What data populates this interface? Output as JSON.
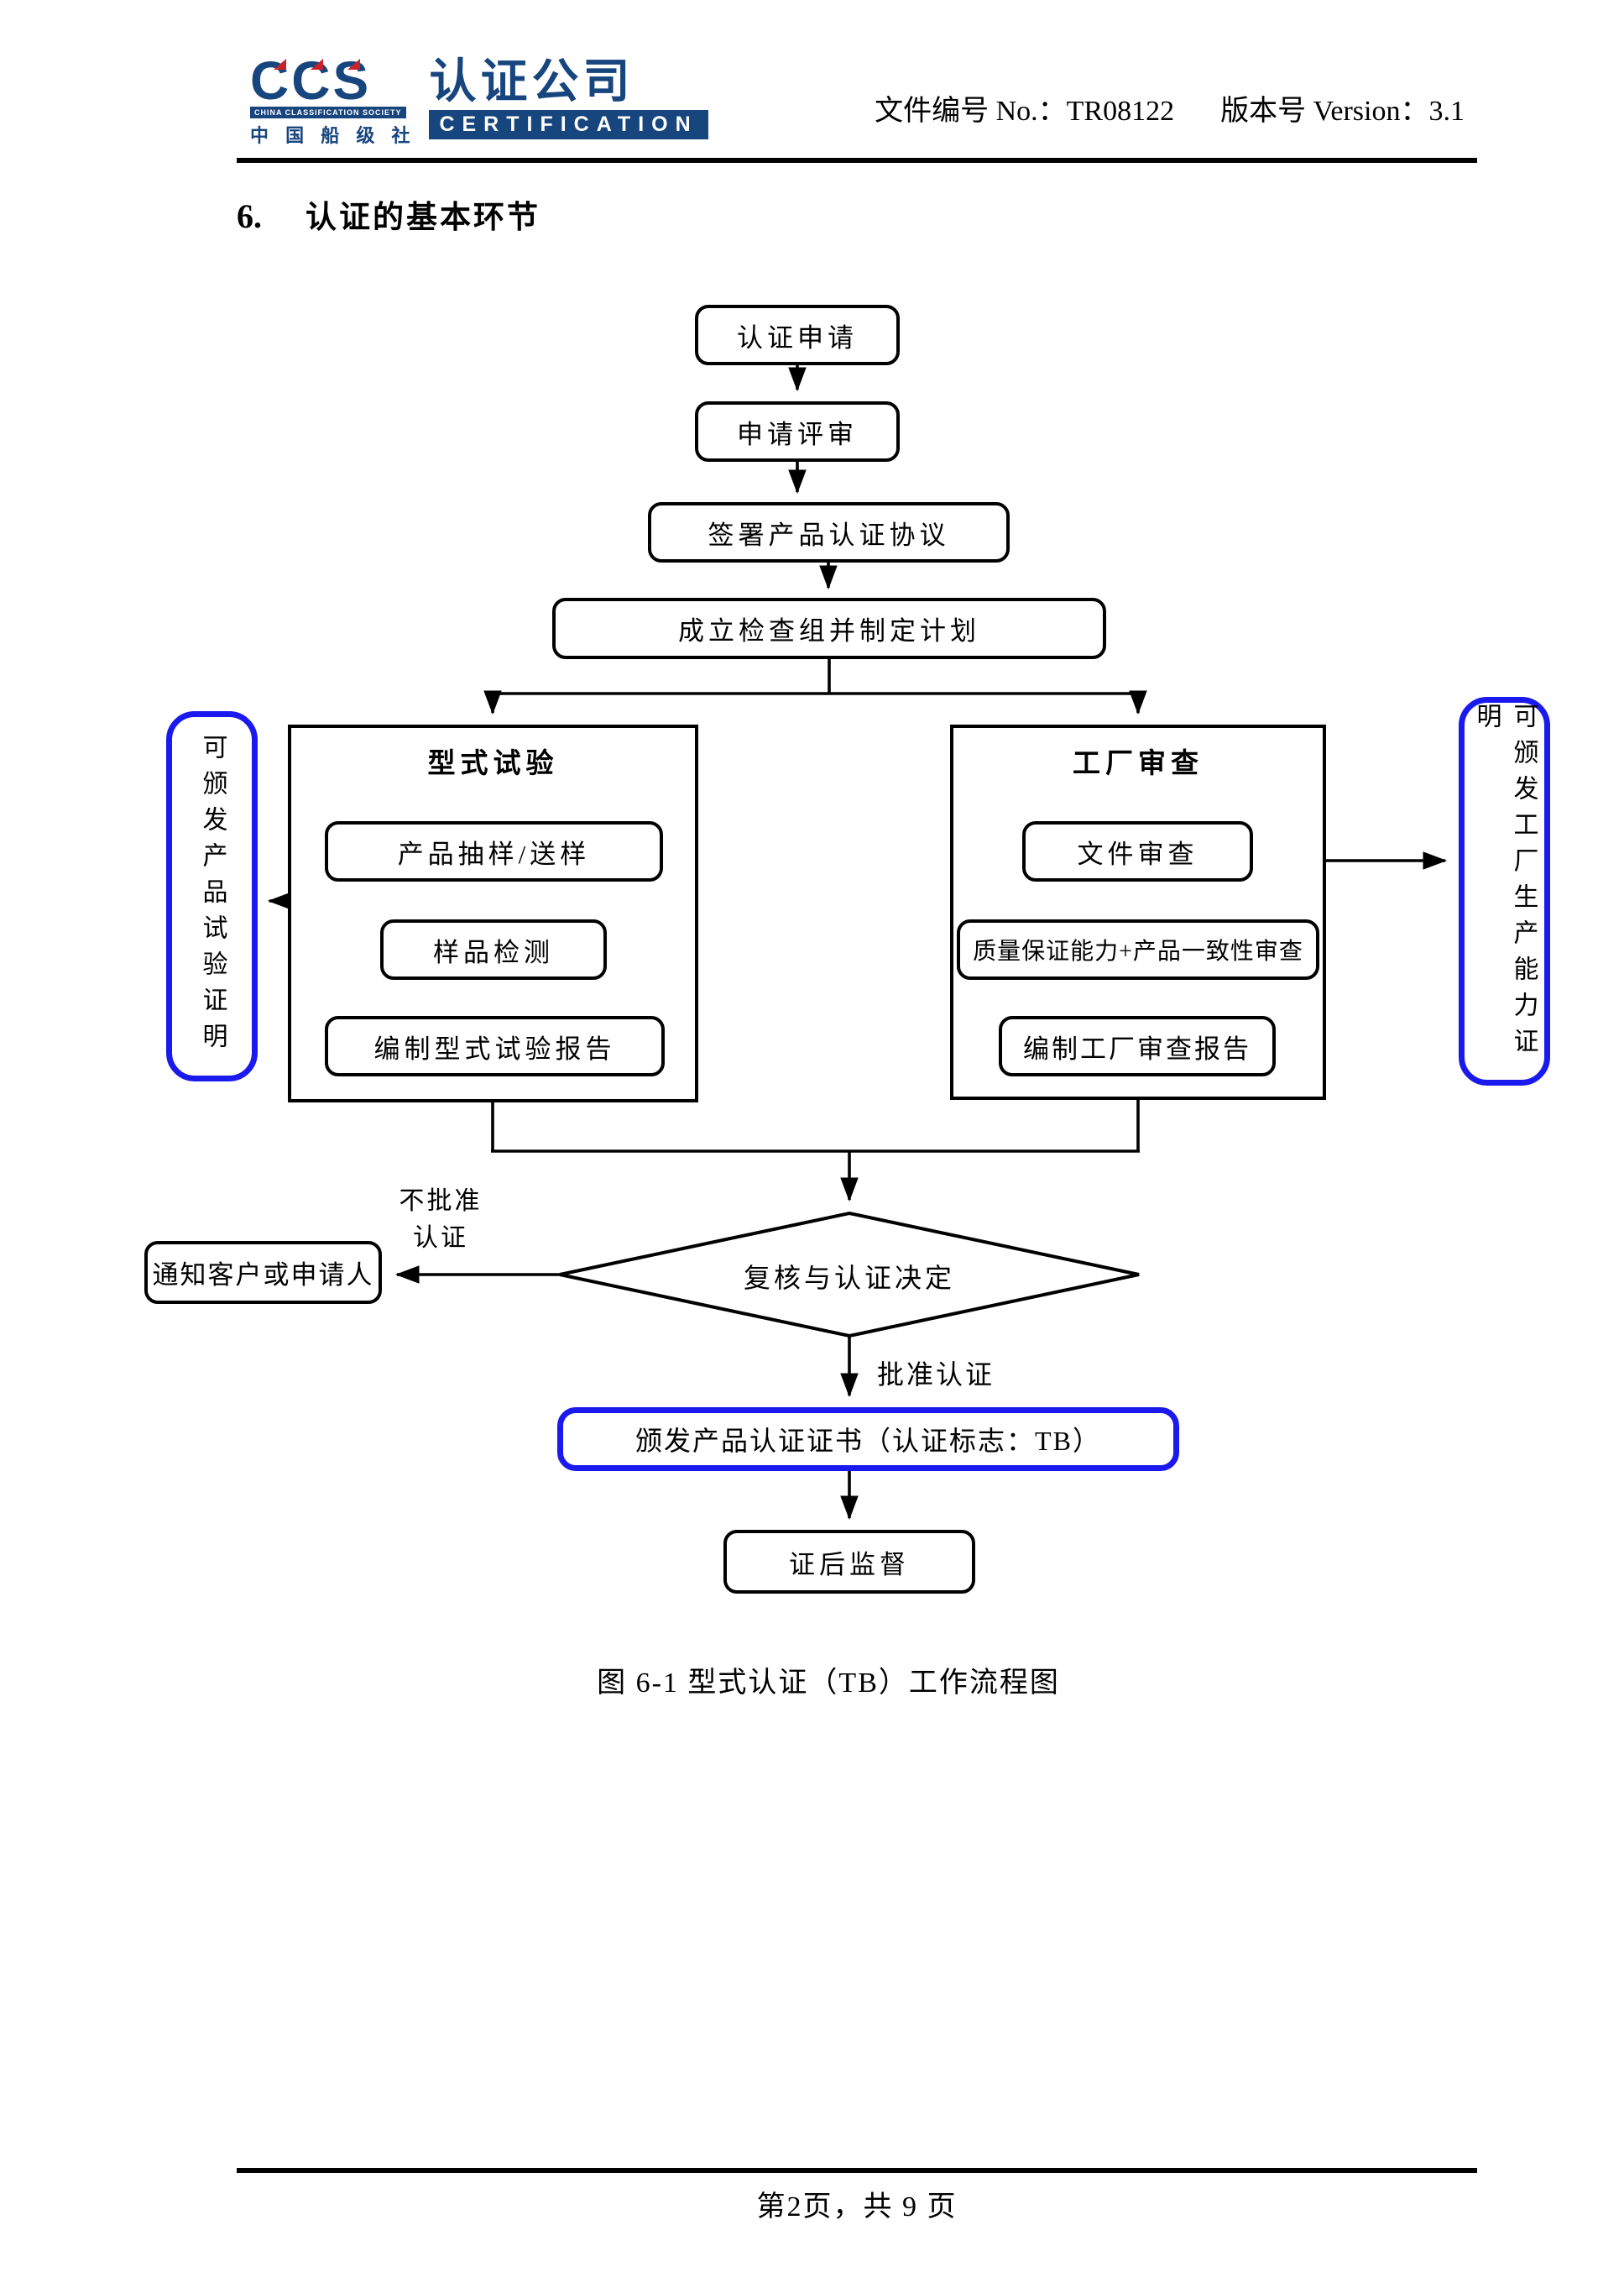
{
  "header": {
    "logo": {
      "ccs": "CCS",
      "society_en": "CHINA CLASSIFICATION SOCIETY",
      "society_cn": "中 国 船 级 社",
      "company_cn": "认证公司",
      "certification_en": "CERTIFICATION"
    },
    "doc_no": "文件编号 No.：TR08122",
    "version": "版本号 Version：3.1"
  },
  "title": {
    "number": "6.",
    "text": "认证的基本环节"
  },
  "flow": {
    "top_steps": [
      "认证申请",
      "申请评审",
      "签署产品认证协议",
      "成立检查组并制定计划"
    ],
    "left": {
      "title": "型式试验",
      "steps": [
        "产品抽样/送样",
        "样品检测",
        "编制型式试验报告"
      ],
      "note": "可颁发产品试验证明"
    },
    "right": {
      "title": "工厂审查",
      "steps": [
        "文件审查",
        "质量保证能力+产品一致性审查",
        "编制工厂审查报告"
      ],
      "note": "可颁发工厂生产能力证明"
    },
    "decision": "复核与认证决定",
    "reject_line1": "不批准",
    "reject_line2": "认证",
    "notify": "通知客户或申请人",
    "approve": "批准认证",
    "certificate": "颁发产品认证证书（认证标志：TB）",
    "post": "证后监督",
    "caption": "图 6-1 型式认证（TB）工作流程图"
  },
  "footer": {
    "page_info": "第2页，共 9 页"
  },
  "colors": {
    "accent_blue": "#1a1aee",
    "logo_navy": "#17457e",
    "logo_red": "#c8232c",
    "stroke": "#000000"
  }
}
